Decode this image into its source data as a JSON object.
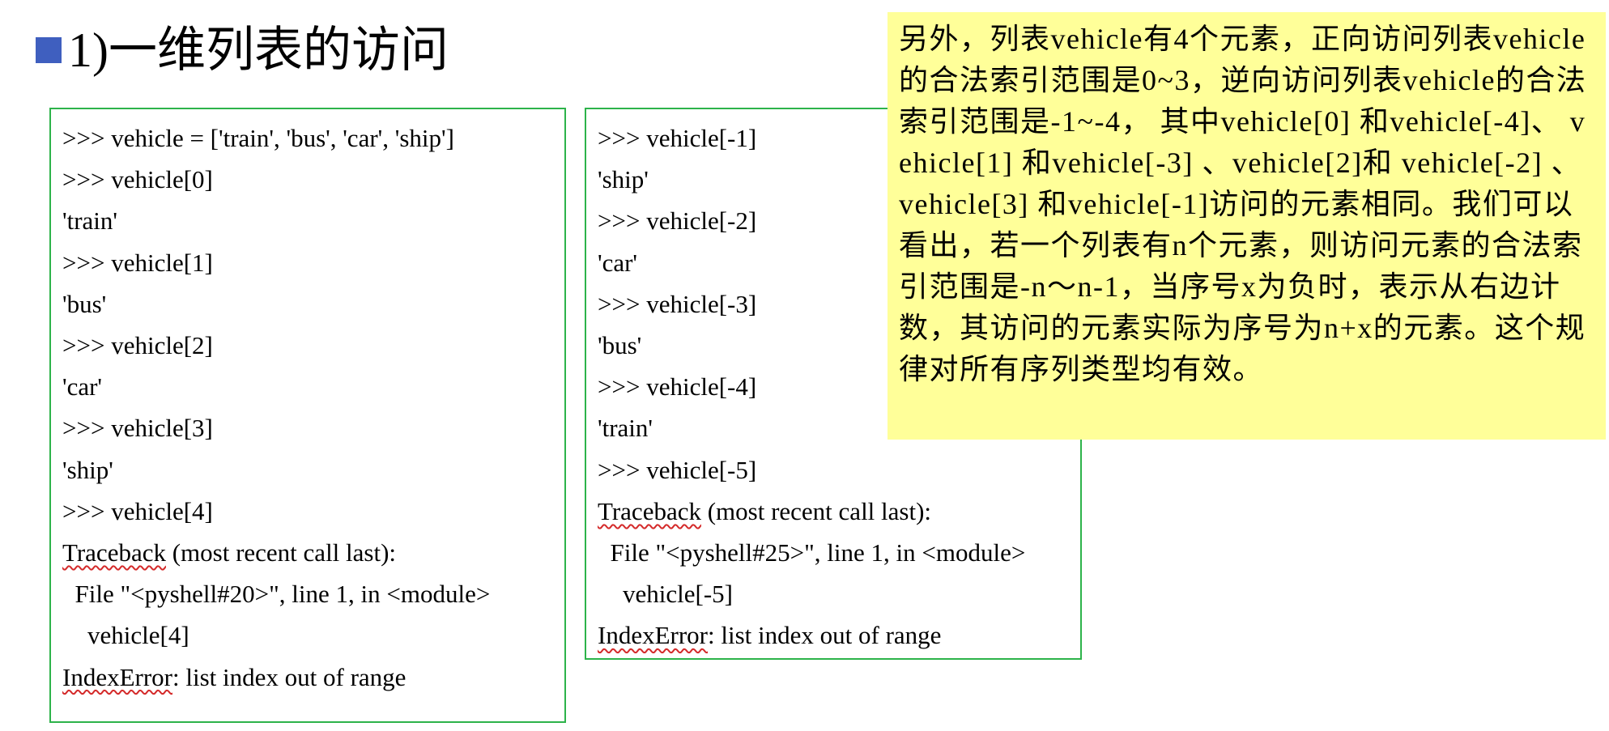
{
  "slide": {
    "title": "1)一维列表的访问"
  },
  "left_code": {
    "lines": [
      ">>> vehicle = ['train', 'bus', 'car', 'ship']",
      ">>> vehicle[0]",
      "'train'",
      ">>> vehicle[1]",
      "'bus'",
      ">>> vehicle[2]",
      "'car'",
      ">>> vehicle[3]",
      "'ship'",
      ">>> vehicle[4]"
    ],
    "traceback_word": "Traceback",
    "traceback_rest": " (most recent call last):",
    "file_line": "  File \"<pyshell#20>\", line 1, in <module>",
    "expr_line": "    vehicle[4]",
    "error_word": "IndexError",
    "error_rest": ": list index out of range"
  },
  "right_code": {
    "lines": [
      ">>> vehicle[-1]",
      "'ship'",
      ">>> vehicle[-2]",
      "'car'",
      ">>> vehicle[-3]",
      "'bus'",
      ">>> vehicle[-4]",
      "'train'",
      ">>> vehicle[-5]"
    ],
    "traceback_word": "Traceback",
    "traceback_rest": " (most recent call last):",
    "file_line": "  File \"<pyshell#25>\", line 1, in <module>",
    "expr_line": "    vehicle[-5]",
    "error_word": "IndexError",
    "error_rest": ": list index out of range"
  },
  "note": {
    "text": "另外，列表vehicle有4个元素，正向访问列表vehicle的合法索引范围是0~3，逆向访问列表vehicle的合法索引范围是-1~-4， 其中vehicle[0] 和vehicle[-4]、 vehicle[1] 和vehicle[-3] 、vehicle[2]和 vehicle[-2] 、vehicle[3] 和vehicle[-1]访问的元素相同。我们可以看出，若一个列表有n个元素，则访问元素的合法索引范围是-n～n-1，当序号x为负时，表示从右边计数，其访问的元素实际为序号为n+x的元素。这个规律对所有序列类型均有效。"
  }
}
